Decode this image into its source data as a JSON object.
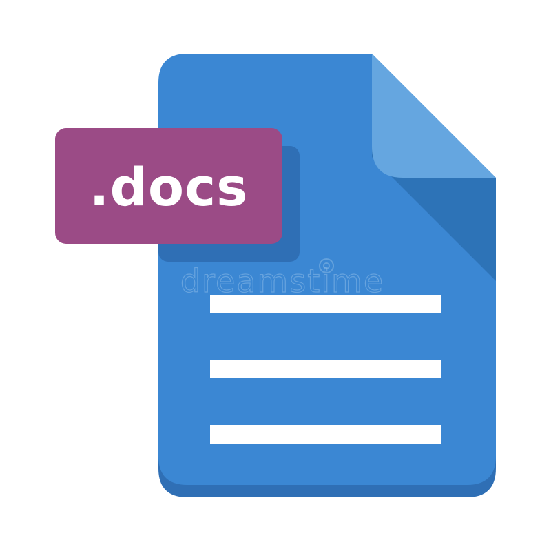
{
  "file_icon": {
    "extension_label": ".docs",
    "lines": 3,
    "colors": {
      "document": "#3b87d3",
      "document_shadow": "#2f6fb5",
      "fold": "#65a6e0",
      "fold_shadow": "#2d73b7",
      "label": "#9b4b86",
      "label_shadow": "#2f6fb5",
      "label_text": "#ffffff",
      "text_lines": "#ffffff"
    }
  },
  "watermark": {
    "text": "dreamstime"
  }
}
